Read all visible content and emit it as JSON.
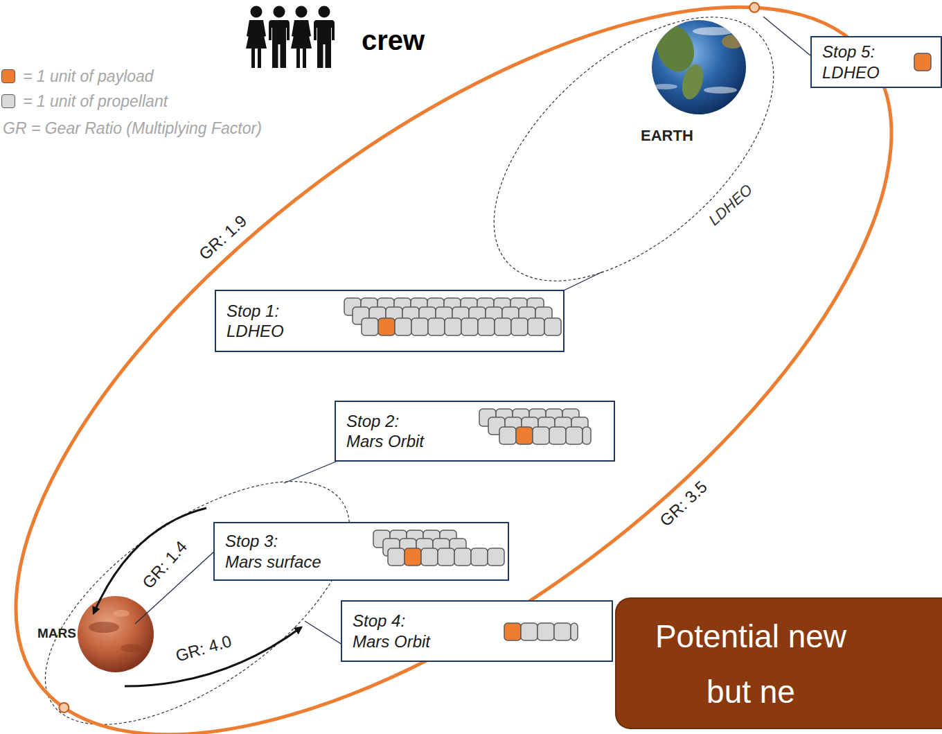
{
  "diagram": {
    "nodes": [
      {
        "text": [
          "Stop 5:",
          "LDHEO"
        ]
      },
      {
        "text": [
          "Stop 1:",
          "LDHEO"
        ]
      },
      {
        "text": [
          "Stop 2:",
          "Mars Orbit"
        ]
      },
      {
        "text": [
          "Stop 3:",
          "Mars surface"
        ]
      },
      {
        "text": [
          "Stop 4:",
          "Mars Orbit"
        ]
      },
      {
        "text": [
          "Potential new but ne"
        ]
      }
    ],
    "labels": [
      "crew",
      "GR = Gear Ratio (Multiplying Factor)",
      "EARTH",
      "LDHEO",
      "GR: 1.9",
      "GR: 3.5",
      "GR: 1.4",
      "MARS",
      "GR: 4.0"
    ],
    "legend": [
      {
        "text": "= 1 unit of payload",
        "color": "#ed7d31"
      },
      {
        "text": "= 1 unit of propellant",
        "color": "#d9d9d9"
      }
    ]
  }
}
